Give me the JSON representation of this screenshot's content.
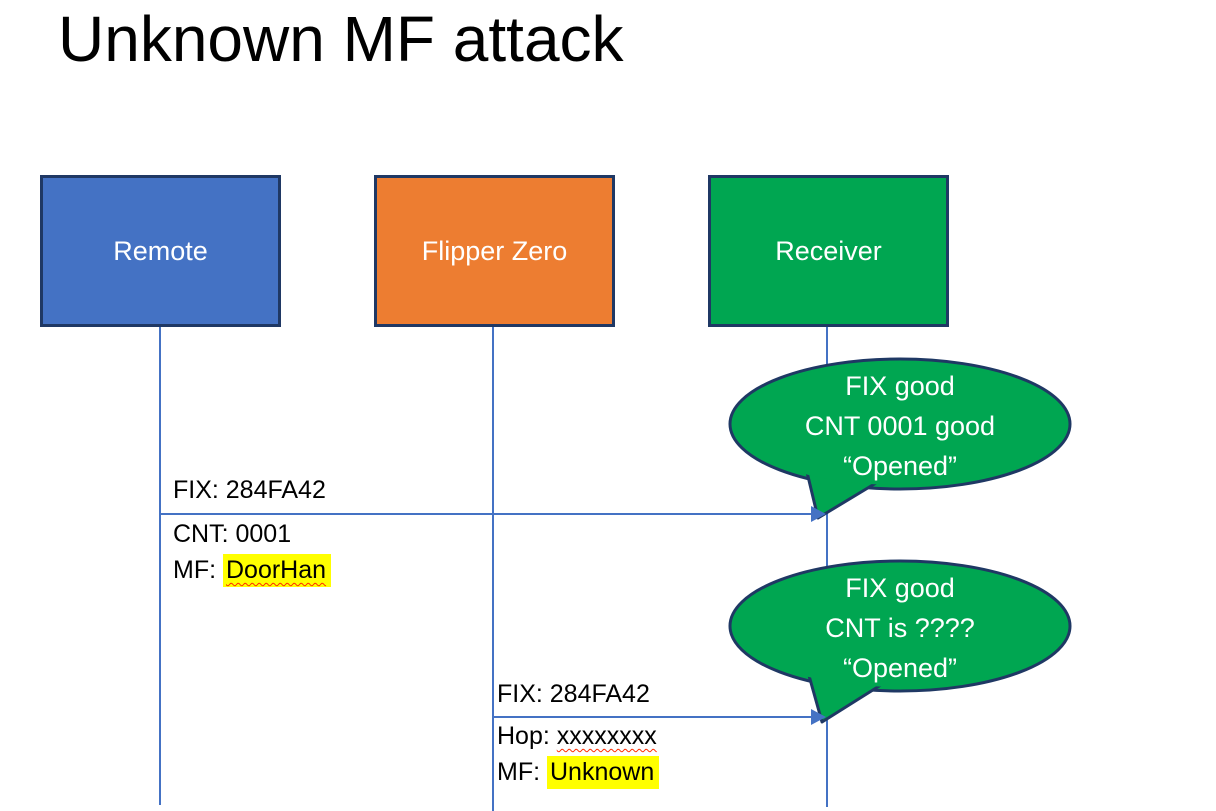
{
  "slide": {
    "title": "Unknown MF attack"
  },
  "actors": [
    {
      "id": "remote",
      "label": "Remote",
      "fill": "#4472c4"
    },
    {
      "id": "flipper-zero",
      "label": "Flipper Zero",
      "fill": "#ed7d31"
    },
    {
      "id": "receiver",
      "label": "Receiver",
      "fill": "#00a651"
    }
  ],
  "messages": [
    {
      "from": "remote",
      "to": "receiver",
      "fix": "FIX: 284FA42",
      "cnt": "CNT: 0001",
      "mf_prefix": "MF: ",
      "mf_value": "DoorHan"
    },
    {
      "from": "flipper-zero",
      "to": "receiver",
      "fix": "FIX: 284FA42",
      "hop_prefix": "Hop: ",
      "hop_value": "xxxxxxxx",
      "mf_prefix": "MF: ",
      "mf_value": "Unknown"
    }
  ],
  "callouts": [
    {
      "line1": "FIX good",
      "line2": "CNT 0001 good",
      "line3": "“Opened”"
    },
    {
      "line1": "FIX good",
      "line2": "CNT is ????",
      "line3": "“Opened”"
    }
  ],
  "colors": {
    "actor_border": "#1f3864",
    "remote_fill": "#4472c4",
    "flipper_fill": "#ed7d31",
    "receiver_fill": "#00a651",
    "callout_fill": "#00a651",
    "callout_border": "#1f3864",
    "line_blue": "#4472c4",
    "highlight_yellow": "#ffff00",
    "squiggle_red": "#ff2a00",
    "title_text": "#000000",
    "box_text": "#ffffff"
  }
}
